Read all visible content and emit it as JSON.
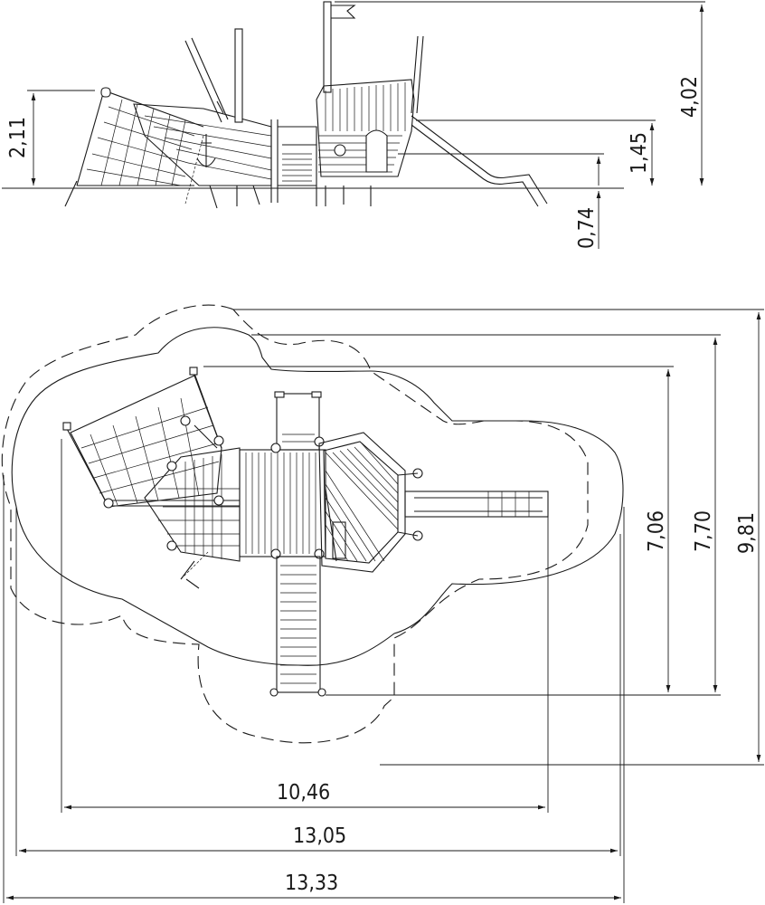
{
  "side_view": {
    "dimensions": {
      "height_total": "4,02",
      "height_left": "2,11",
      "height_platform": "1,45",
      "height_low_platform": "0,74"
    }
  },
  "plan_view": {
    "dimensions": {
      "depth_structure": "7,06",
      "depth_area": "7,70",
      "depth_total": "9,81",
      "width_structure": "10,46",
      "width_area": "13,05",
      "width_total": "13,33"
    }
  }
}
